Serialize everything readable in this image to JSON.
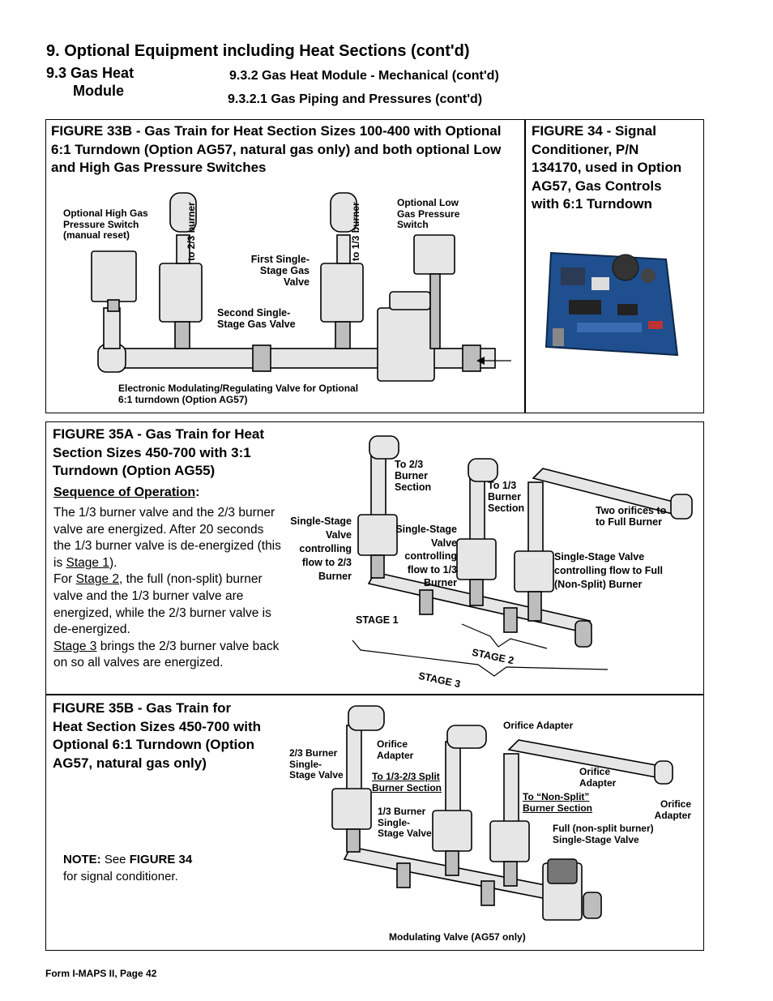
{
  "header": {
    "section_title": "9. Optional Equipment including Heat Sections (cont'd)",
    "subsection_line1": "9.3 Gas Heat",
    "subsection_line2": "Module",
    "sub_heading_1": "9.3.2 Gas Heat Module - Mechanical (cont'd)",
    "sub_heading_2": "9.3.2.1 Gas Piping and Pressures (cont'd)"
  },
  "fig33b": {
    "title": "FIGURE 33B - Gas Train for Heat Section Sizes 100-400 with Optional 6:1 Turndown (Option AG57, natural gas only) and both optional Low and High Gas Pressure Switches",
    "labels": {
      "high_switch": "Optional High Gas Pressure Switch (manual reset)",
      "to_23": "to 2/3 burner",
      "to_13": "to 1/3 burner",
      "first_valve": "First Single-Stage Gas Valve",
      "second_valve": "Second Single-Stage Gas Valve",
      "low_switch": "Optional Low Gas Pressure Switch",
      "mod_valve": "Electronic Modulating/Regulating Valve for Optional 6:1 turndown (Option AG57)"
    }
  },
  "fig34": {
    "title": "FIGURE 34 - Signal Conditioner, P/N 134170, used in Option AG57, Gas Controls with 6:1 Turndown"
  },
  "fig35a": {
    "title": "FIGURE 35A - Gas Train for Heat Section Sizes 450-700 with 3:1 Turndown (Option AG55)",
    "seq_heading": "Sequence of Operation",
    "seq_colon": ":",
    "p1": "The 1/3 burner valve and the 2/3 burner valve are energized. After 20 seconds the 1/3 burner valve is de-energized (this is ",
    "stage1": "Stage 1",
    "p1_end": ").",
    "p2_start": "For ",
    "stage2": "Stage 2",
    "p2": ", the full (non-split) burner valve and the 1/3 burner valve are energized, while the 2/3 burner valve is de-energized.",
    "stage3": "Stage 3",
    "p3": " brings the 2/3 burner valve back on so all valves are energized.",
    "labels": {
      "to_23": "To 2/3 Burner Section",
      "to_13": "To 1/3 Burner Section",
      "two_orifices": "Two orifices to to Full Burner",
      "valve_23": "Single-Stage Valve controlling flow to 2/3 Burner",
      "valve_13": "Single-Stage Valve controlling flow to 1/3 Burner",
      "valve_full": "Single-Stage Valve controlling flow to Full (Non-Split) Burner",
      "stage1": "STAGE 1",
      "stage2": "STAGE 2",
      "stage3": "STAGE 3"
    }
  },
  "fig35b": {
    "title": "FIGURE 35B - Gas Train for Heat Section Sizes 450-700 with Optional 6:1 Turndown (Option AG57, natural gas only)",
    "note_label": "NOTE:",
    "note_see": " See ",
    "note_fig": "FIGURE 34",
    "note_rest": "for signal conditioner.",
    "labels": {
      "valve_23": "2/3 Burner Single-Stage Valve",
      "orifice_adapter_1": "Orifice Adapter",
      "split_section": "To 1/3-2/3 Split Burner Section",
      "valve_13": "1/3 Burner Single-Stage Valve",
      "orifice_adapter_2": "Orifice Adapter",
      "orifice_adapter_3": "Orifice Adapter",
      "non_split": "To “Non-Split” Burner Section",
      "orifice_adapter_4": "Orifice Adapter",
      "full_valve": "Full (non-split burner) Single-Stage Valve",
      "mod_valve": "Modulating Valve (AG57 only)"
    }
  },
  "footer": {
    "form": "Form I-MAPS II, Page 42"
  }
}
